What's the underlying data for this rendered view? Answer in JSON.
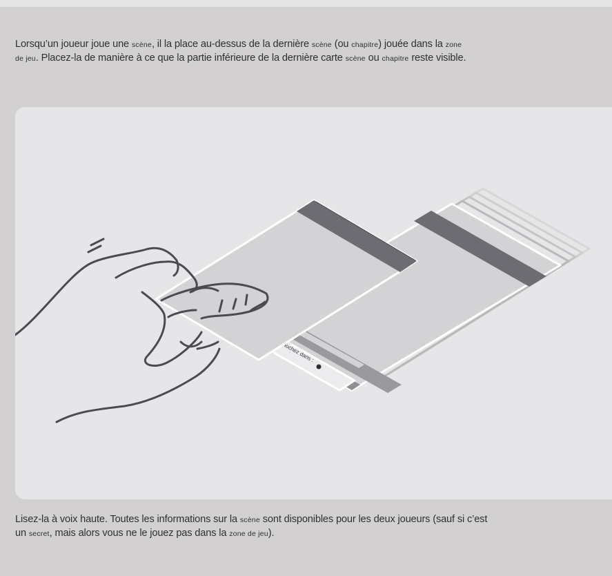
{
  "intro": {
    "s1": "Lorsqu’un joueur joue une ",
    "s2": "scène",
    "s3": ", il la place au-dessus de la dernière ",
    "s4": "scène",
    "s5": " (ou ",
    "s6": "chapitre",
    "s7": ") jouée dans la ",
    "s8": "zone",
    "s9": "de jeu",
    "s10": ". Placez-la de manière à ce que la partie inférieure de la dernière carte ",
    "s11": "scène",
    "s12": " ou ",
    "s13": "chapitre",
    "s14": " reste visible."
  },
  "illustration": {
    "card_text": "Piochez dans :",
    "colors": {
      "panel": "#e6e6e8",
      "card_fill": "#d3d3d5",
      "card_band": "#6d6c72",
      "outline": "#4a4a50"
    }
  },
  "outro": {
    "s1": "Lisez-la à voix haute. Toutes les informations sur la ",
    "s2": "scène",
    "s3": " sont disponibles pour les deux joueurs (sauf si c’est",
    "s4": "un ",
    "s5": "secret",
    "s6": ", mais alors vous ne le jouez pas dans la ",
    "s7": "zone de jeu",
    "s8": ")."
  }
}
